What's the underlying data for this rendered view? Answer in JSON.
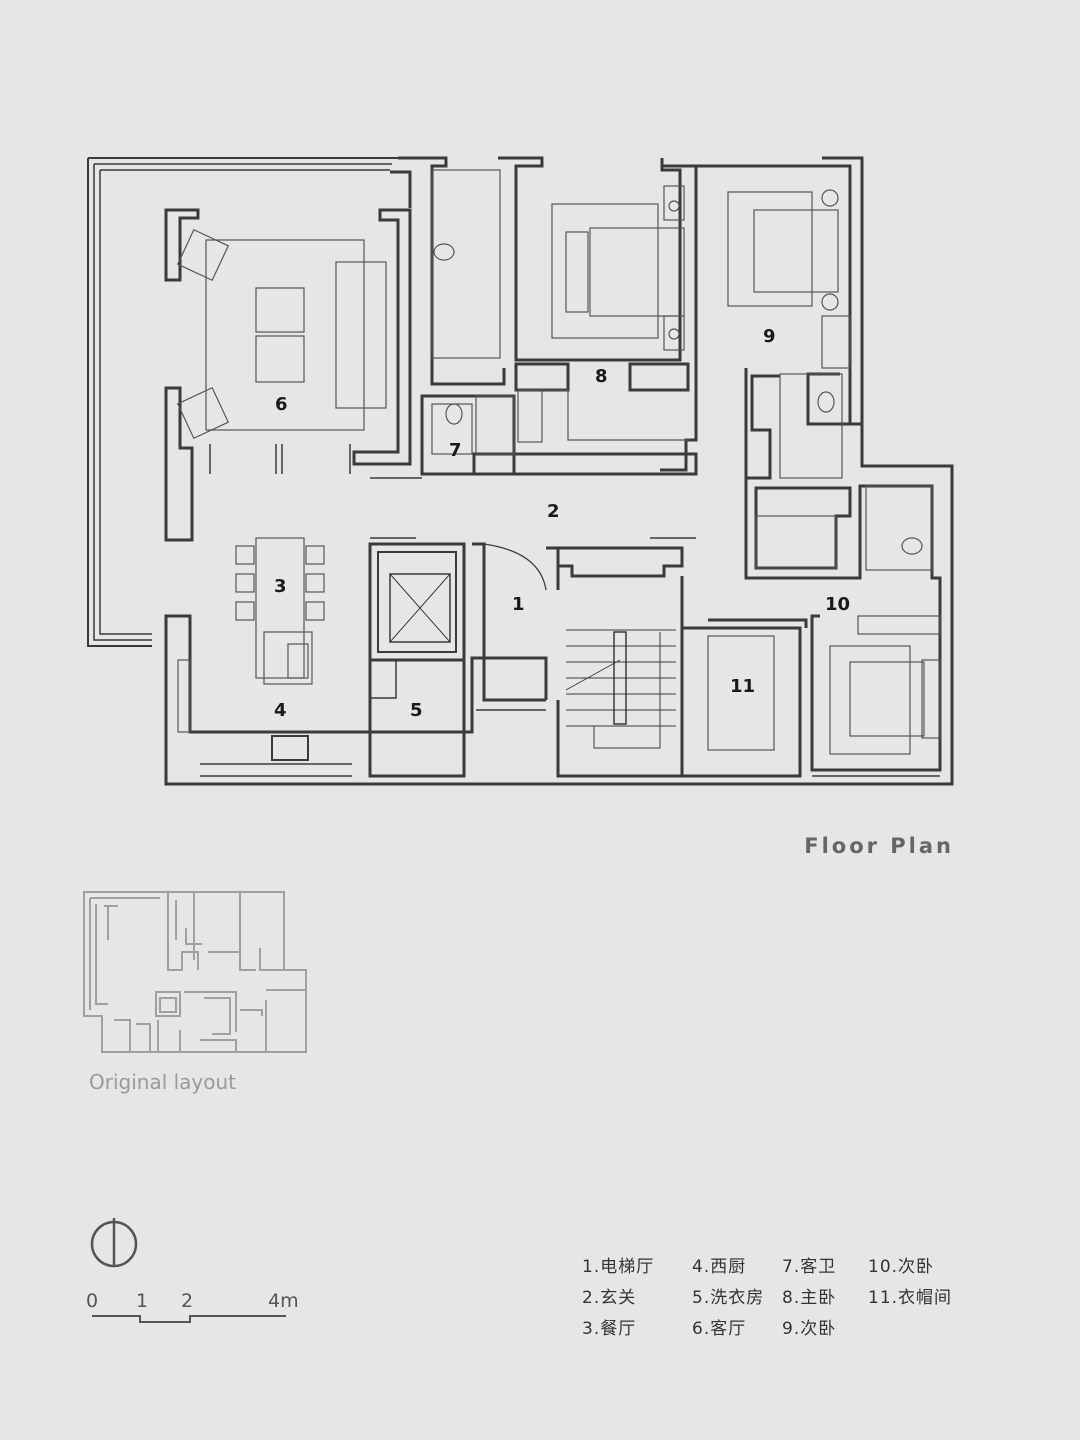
{
  "plan_title": "Floor Plan",
  "original_label": "Original layout",
  "room_numbers": [
    "1",
    "2",
    "3",
    "4",
    "5",
    "6",
    "7",
    "8",
    "9",
    "10",
    "11"
  ],
  "legend": [
    "1.电梯厅",
    "4.西厨",
    "7.客卫",
    "10.次卧",
    "2.玄关",
    "5.洗衣房",
    "8.主卧",
    "11.衣帽间",
    "3.餐厅",
    "6.客厅",
    "9.次卧",
    ""
  ],
  "scale": {
    "ticks": [
      "0",
      "1",
      "2",
      "4m"
    ]
  },
  "colors": {
    "background": "#e6e6e4",
    "wall": "#3a3a3a",
    "furniture": "#555555",
    "muted": "#9a9a9a"
  }
}
